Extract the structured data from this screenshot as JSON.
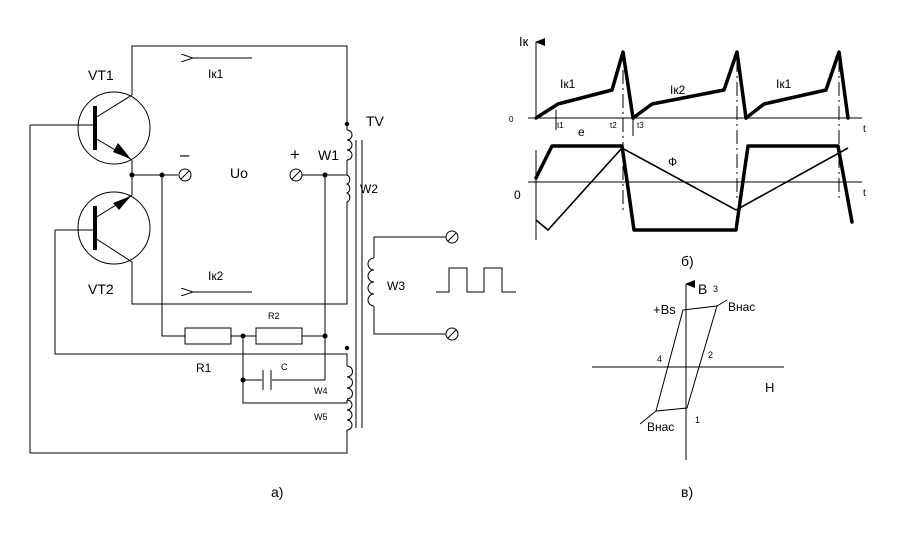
{
  "colors": {
    "ink": "#000000",
    "background": "#ffffff"
  },
  "circuit": {
    "transistor_top": "VT1",
    "transistor_bottom": "VT2",
    "current_top": "Iк1",
    "current_bottom": "Iк2",
    "minus": "–",
    "plus": "+",
    "supply": "Uo",
    "transformer": "TV",
    "w1": "W1",
    "w2": "W2",
    "w3": "W3",
    "w4": "W4",
    "w5": "W5",
    "r1": "R1",
    "r2": "R2",
    "c": "C",
    "caption": "а)"
  },
  "waveforms": {
    "y_label_top": "Iк",
    "zero_top": "0",
    "zero_bottom": "0",
    "t_axis_top": "t",
    "t_axis_bottom": "t",
    "ik1_first": "Iк1",
    "ik2": "Iк2",
    "ik1_second": "Iк1",
    "t1": "t1",
    "t2": "t2",
    "t3": "t3",
    "e": "e",
    "phi": "Ф",
    "caption": "б)"
  },
  "hysteresis": {
    "b_axis": "B",
    "h_axis": "H",
    "plus_bs": "+Bs",
    "bnas_top": "Внас",
    "bnas_bottom": "Внас",
    "p1": "1",
    "p2": "2",
    "p3": "3",
    "p4": "4",
    "caption": "в)"
  }
}
